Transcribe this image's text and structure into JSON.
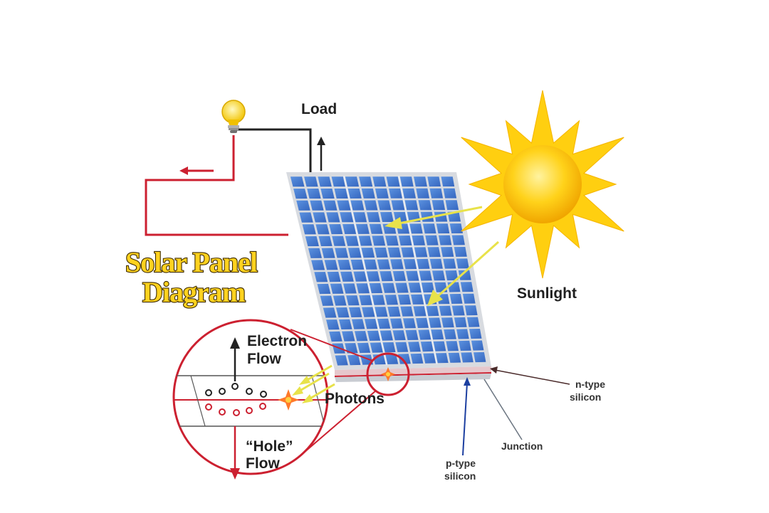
{
  "title": {
    "line1": "Solar Panel",
    "line2": "Diagram"
  },
  "labels": {
    "load": "Load",
    "sunlight": "Sunlight",
    "electron_flow_line1": "Electron",
    "electron_flow_line2": "Flow",
    "photons": "Photons",
    "hole_flow_line1": "“Hole”",
    "hole_flow_line2": "Flow",
    "n_type_line1": "n-type",
    "n_type_line2": "silicon",
    "p_type_line1": "p-type",
    "p_type_line2": "silicon",
    "junction": "Junction"
  },
  "colors": {
    "circuit_negative": "#cc2030",
    "circuit_positive": "#222222",
    "panel_cell": "#3f79cf",
    "panel_frame": "#d8dbe0",
    "sun": "#ffc400",
    "title_fill": "#ffd21f",
    "magnifier": "#cc2030"
  },
  "icons": [
    "light-bulb-icon",
    "sun-icon",
    "photon-burst-icon"
  ]
}
